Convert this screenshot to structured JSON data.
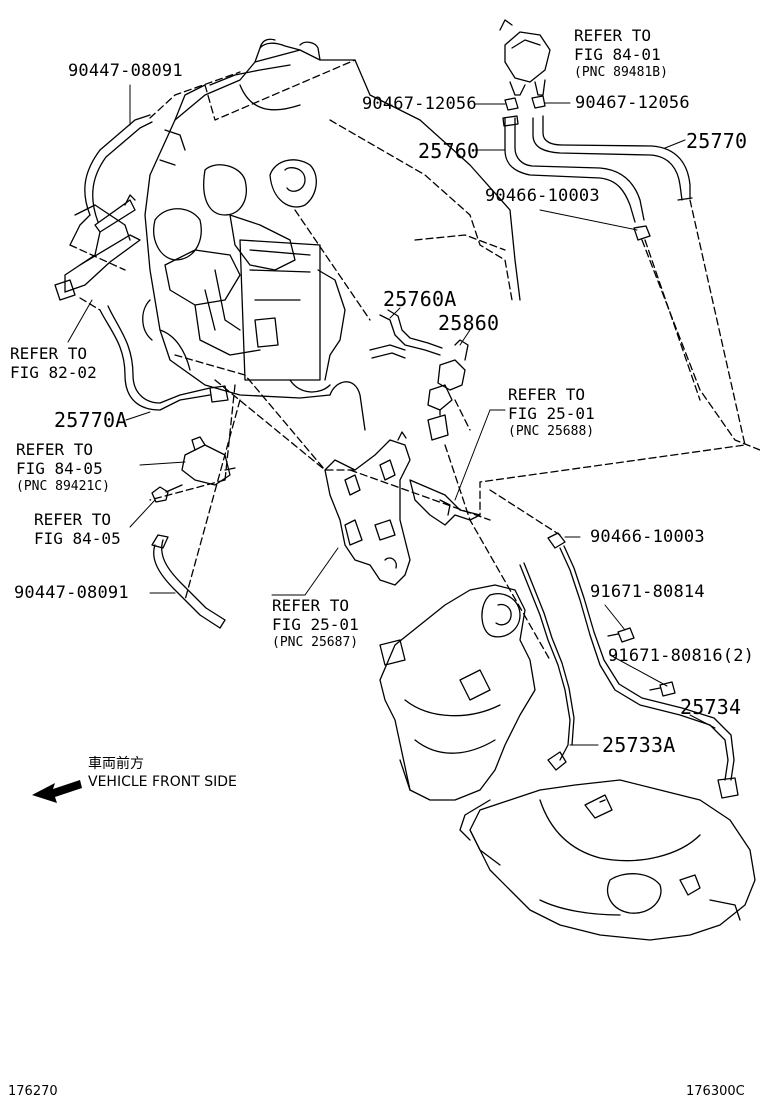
{
  "labels": {
    "p_90447_08091_top": "90447-08091",
    "p_90467_12056_left": "90467-12056",
    "p_90467_12056_right": "90467-12056",
    "p_25760": "25760",
    "p_25770": "25770",
    "p_90466_10003_top": "90466-10003",
    "p_25760A": "25760A",
    "p_25860": "25860",
    "p_25770A": "25770A",
    "p_90466_10003_mid": "90466-10003",
    "p_91671_80814": "91671-80814",
    "p_91671_80816": "91671-80816(2)",
    "p_25734": "25734",
    "p_25733A": "25733A",
    "p_90447_08091_bot": "90447-08091"
  },
  "refs": {
    "fig84_01": {
      "l1": "REFER TO",
      "l2": "FIG 84-01",
      "pnc": "(PNC 89481B)"
    },
    "fig82_02": {
      "l1": "REFER TO",
      "l2": "FIG 82-02"
    },
    "fig25_01_a": {
      "l1": "REFER TO",
      "l2": "FIG 25-01",
      "pnc": "(PNC 25688)"
    },
    "fig84_05_a": {
      "l1": "REFER TO",
      "l2": "FIG 84-05",
      "pnc": "(PNC 89421C)"
    },
    "fig84_05_b": {
      "l1": "REFER TO",
      "l2": "FIG 84-05"
    },
    "fig25_01_b": {
      "l1": "REFER TO",
      "l2": "FIG 25-01",
      "pnc": "(PNC 25687)"
    }
  },
  "front": {
    "jp": "車両前方",
    "en": "VEHICLE FRONT SIDE"
  },
  "ids": {
    "left": "176270",
    "right": "176300C"
  }
}
